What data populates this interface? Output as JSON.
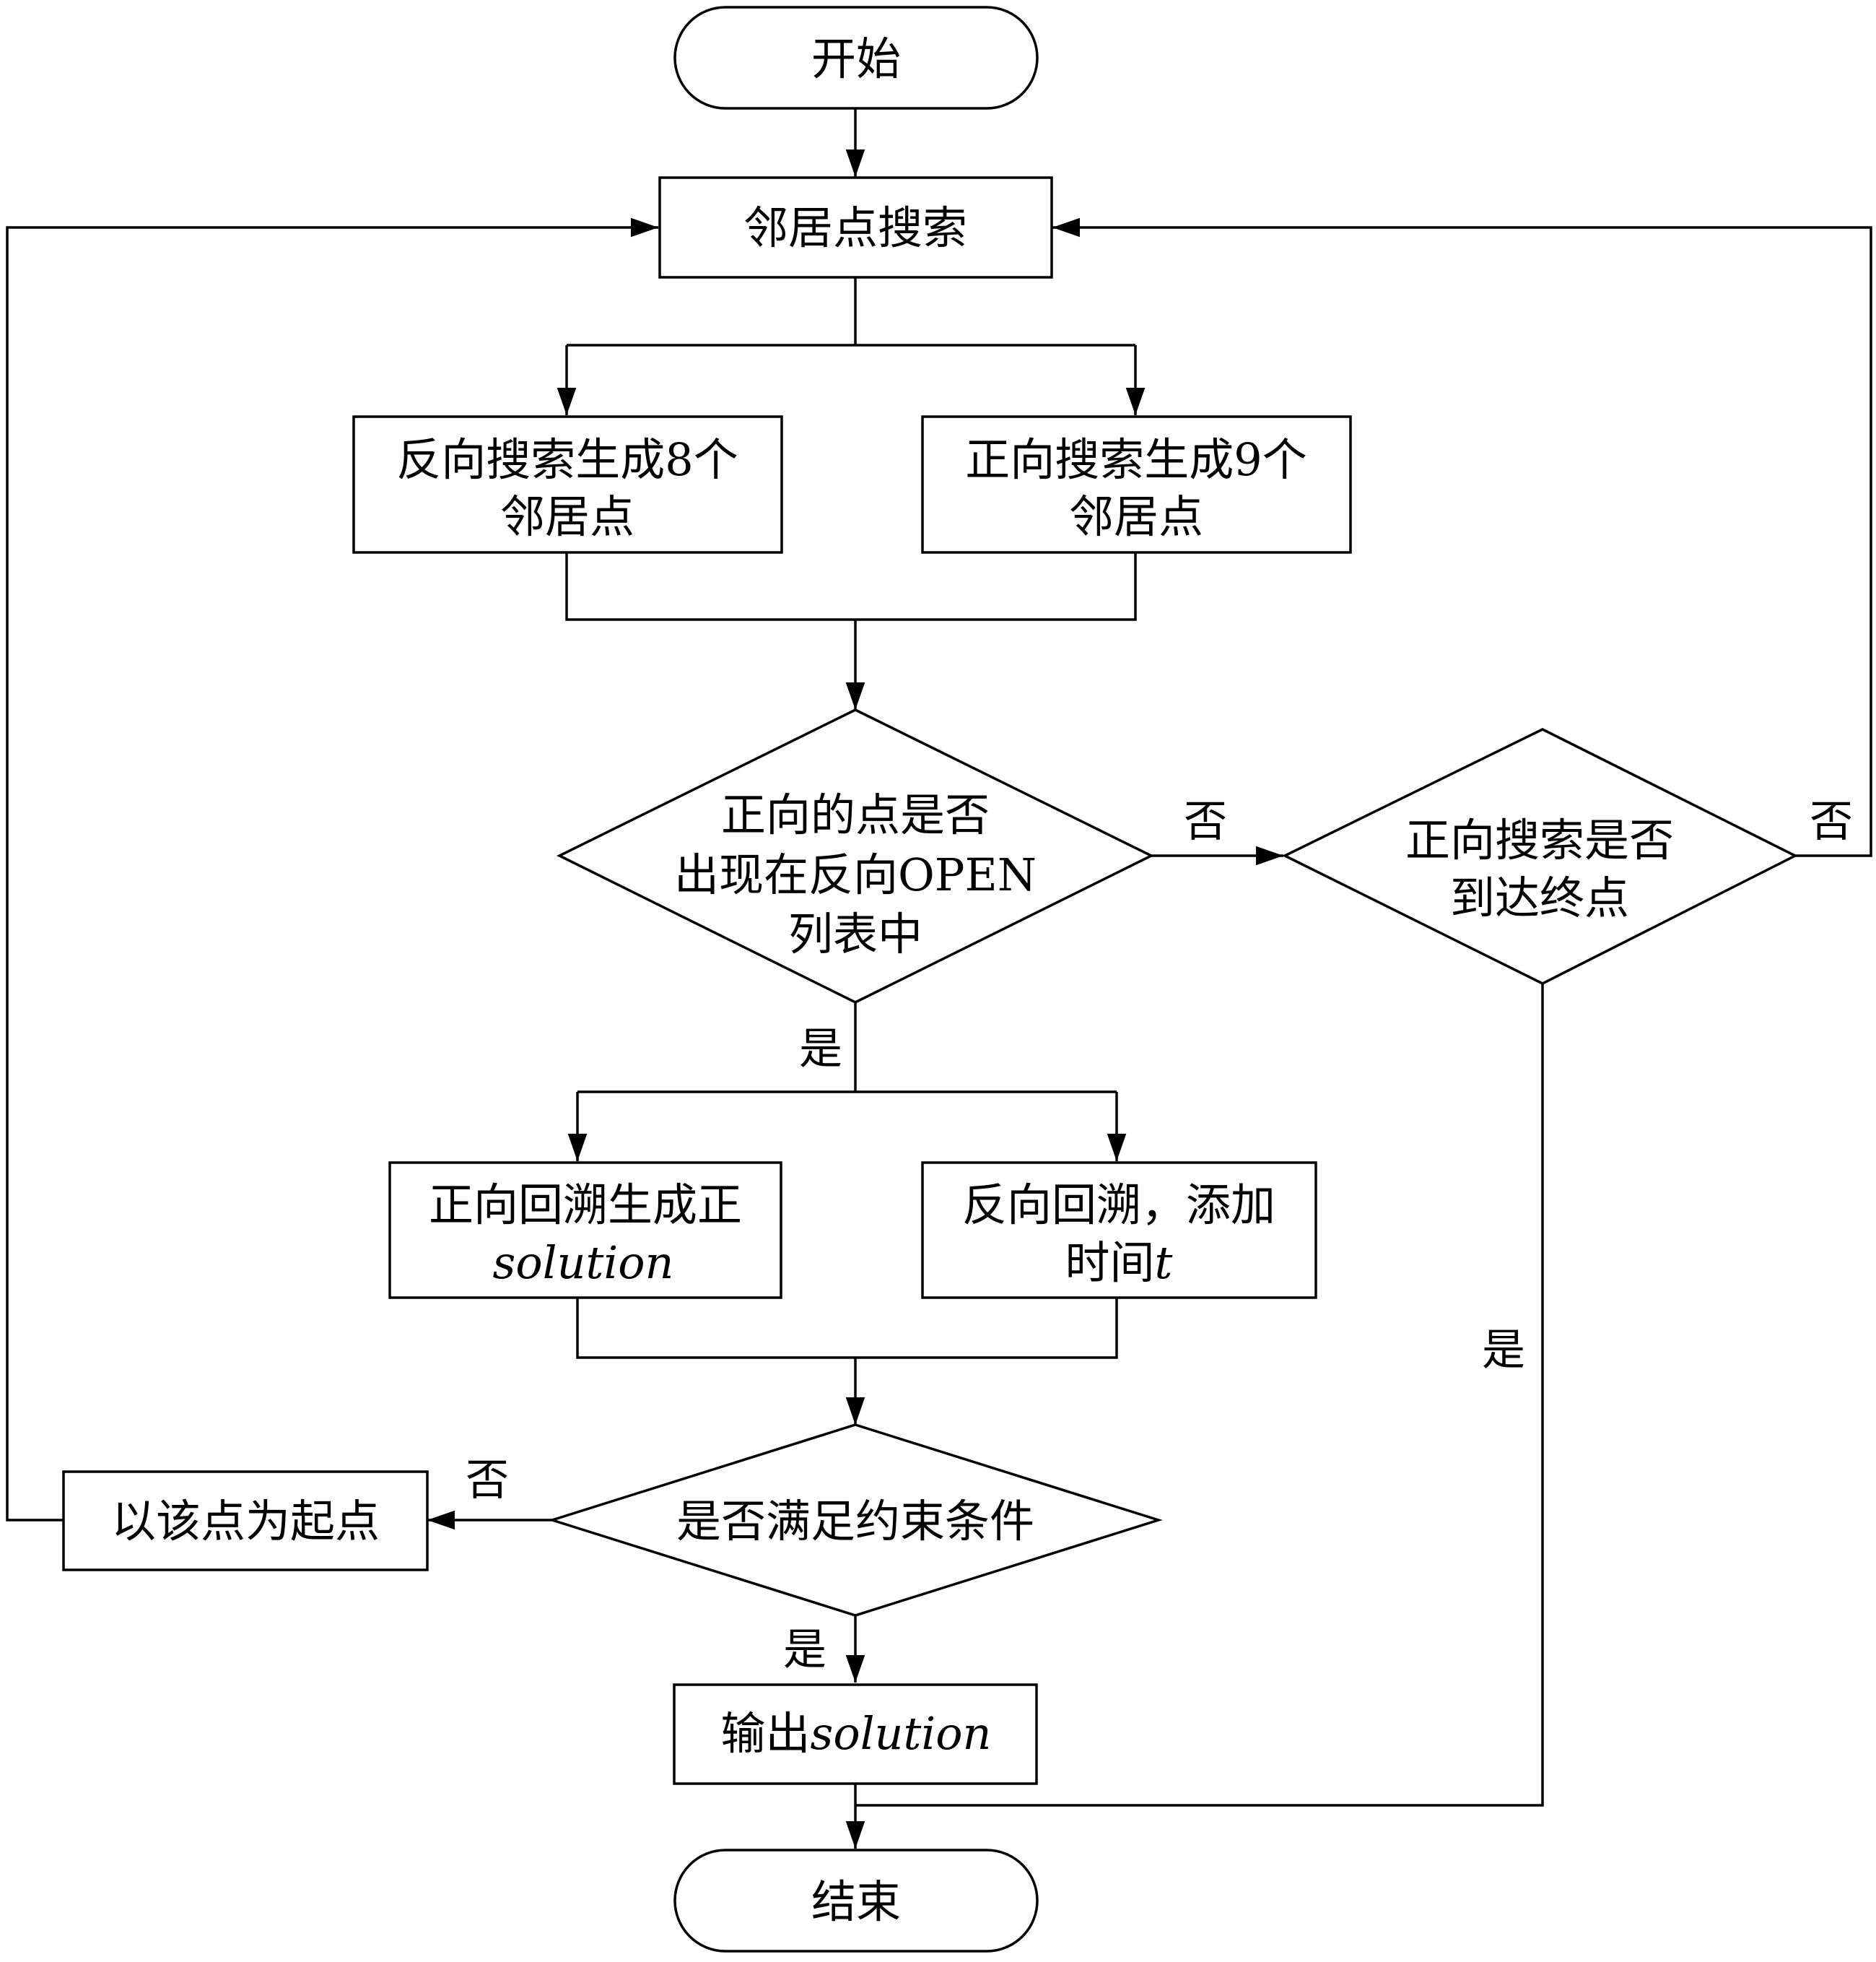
{
  "nodes": {
    "start": "开始",
    "neighbor_search": "邻居点搜索",
    "reverse_gen": {
      "line1": "反向搜索生成8个",
      "line2": "邻居点"
    },
    "forward_gen": {
      "line1": "正向搜索生成9个",
      "line2": "邻居点"
    },
    "decision_open": {
      "line1": "正向的点是否",
      "line2": "出现在反向OPEN",
      "line3": "列表中"
    },
    "decision_end": {
      "line1": "正向搜索是否",
      "line2": "到达终点"
    },
    "forward_backtrack": {
      "line1": "正向回溯生成正",
      "line2": "solution"
    },
    "reverse_backtrack": {
      "line1": "反向回溯，添加",
      "line2_prefix": "时间",
      "line2_var": "t"
    },
    "decision_constraint": "是否满足约束条件",
    "restart": "以该点为起点",
    "output": {
      "prefix": "输出",
      "var": "solution"
    },
    "end": "结束"
  },
  "edge_labels": {
    "open_no": "否",
    "end_no": "否",
    "open_yes": "是",
    "end_yes": "是",
    "constraint_no": "否",
    "constraint_yes": "是"
  }
}
